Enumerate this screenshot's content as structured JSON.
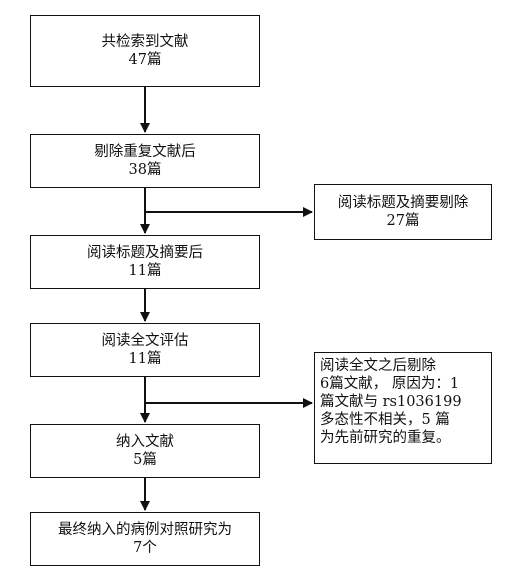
{
  "flow": {
    "step1": {
      "line1": "共检索到文献",
      "line2": "47篇"
    },
    "step2": {
      "line1": "剔除重复文献后",
      "line2": "38篇"
    },
    "step3": {
      "line1": "阅读标题及摘要后",
      "line2": "11篇"
    },
    "step4": {
      "line1": "阅读全文评估",
      "line2": "11篇"
    },
    "step5": {
      "line1": "纳入文献",
      "line2": "5篇"
    },
    "step6": {
      "line1": "最终纳入的病例对照研究为",
      "line2": "7个"
    }
  },
  "exclusions": {
    "ex1": {
      "line1": "阅读标题及摘要剔除",
      "line2": "27篇"
    },
    "ex2": {
      "lines": [
        "阅读全文之后剔除",
        "6篇文献， 原因为：1",
        "篇文献与 rs1036199",
        "多态性不相关，5 篇",
        "为先前研究的重复。"
      ]
    }
  }
}
